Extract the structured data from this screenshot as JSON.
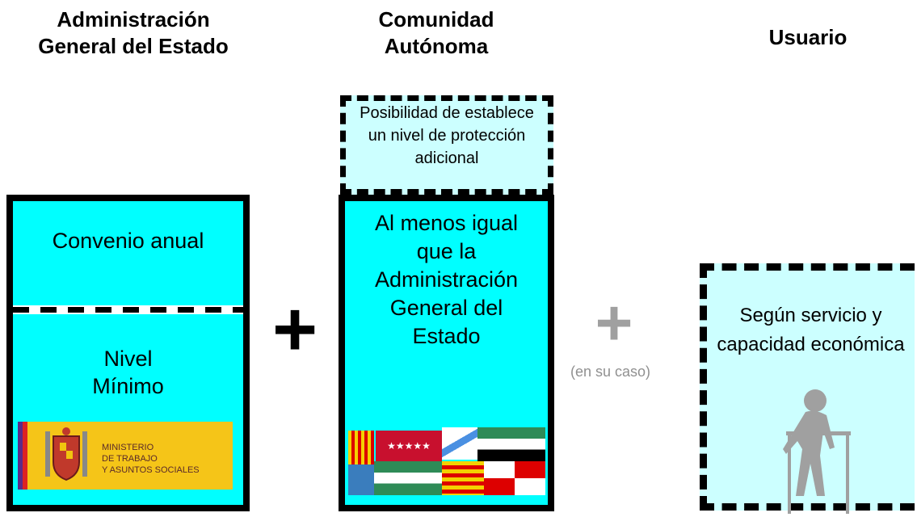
{
  "columns": {
    "age": {
      "title": "Administración General del Estado"
    },
    "ca": {
      "title": "Comunidad Autónoma"
    },
    "user": {
      "title": "Usuario"
    }
  },
  "age_box": {
    "top_label": "Convenio anual",
    "bottom_label": "Nivel Mínimo",
    "ministry_logo_text": [
      "MINISTERIO",
      "DE TRABAJO",
      "Y ASUNTOS SOCIALES"
    ]
  },
  "ca_box": {
    "optional_label": "Posibilidad de establece un nivel de protección adicional",
    "main_label": "Al menos igual que la Administración General del Estado"
  },
  "operators": {
    "plus_main": "+",
    "plus_optional": "+",
    "optional_note": "(en su caso)"
  },
  "user_box": {
    "label": "Según servicio  y capacidad económica"
  },
  "colors": {
    "cyan": "#00ffff",
    "light_cyan": "#ccffff",
    "gray": "#a0a0a0",
    "black": "#000000"
  }
}
